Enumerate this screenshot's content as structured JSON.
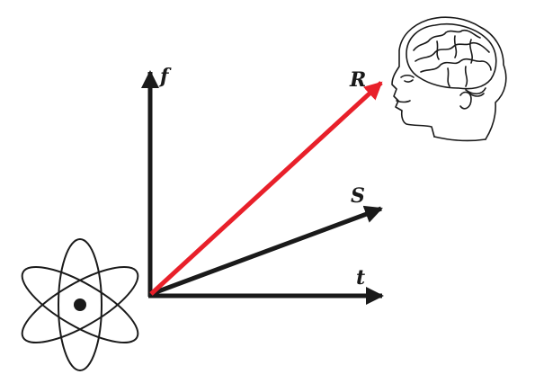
{
  "axes": {
    "vertical_label": "f",
    "horizontal_label": "t"
  },
  "vectors": [
    {
      "label": "R",
      "color": "#e8202a"
    },
    {
      "label": "S",
      "color": "#1a1a1a"
    }
  ],
  "illustrations": [
    {
      "icon": "atom-icon"
    },
    {
      "icon": "human-head-brain-icon"
    }
  ],
  "colors": {
    "axis": "#1a1a1a",
    "vector_r": "#e8202a",
    "vector_s": "#1a1a1a",
    "background": "#ffffff"
  }
}
